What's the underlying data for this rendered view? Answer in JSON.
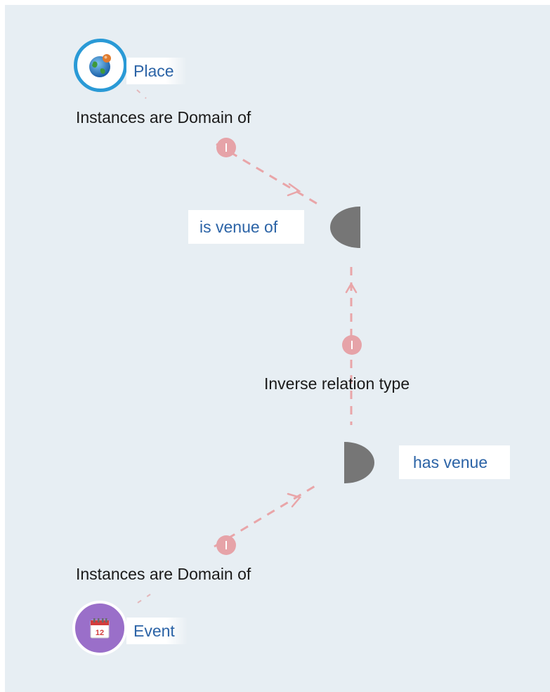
{
  "nodes": {
    "place": {
      "label": "Place",
      "icon": "globe-pin-icon",
      "ring_color": "#2a9ad6"
    },
    "event": {
      "label": "Event",
      "icon": "calendar-icon",
      "fill_color": "#9a6fc9",
      "calendar_day": "12"
    }
  },
  "relations": {
    "is_venue_of": {
      "label": "is venue of"
    },
    "has_venue": {
      "label": "has venue"
    }
  },
  "edge_labels": {
    "place_domain": "Instances are Domain of",
    "inverse": "Inverse relation type",
    "event_domain": "Instances are Domain of"
  },
  "colors": {
    "background": "#e7eef3",
    "edge": "#e9a5a8",
    "relation_shape": "#767676",
    "link_text": "#2b63a6"
  }
}
